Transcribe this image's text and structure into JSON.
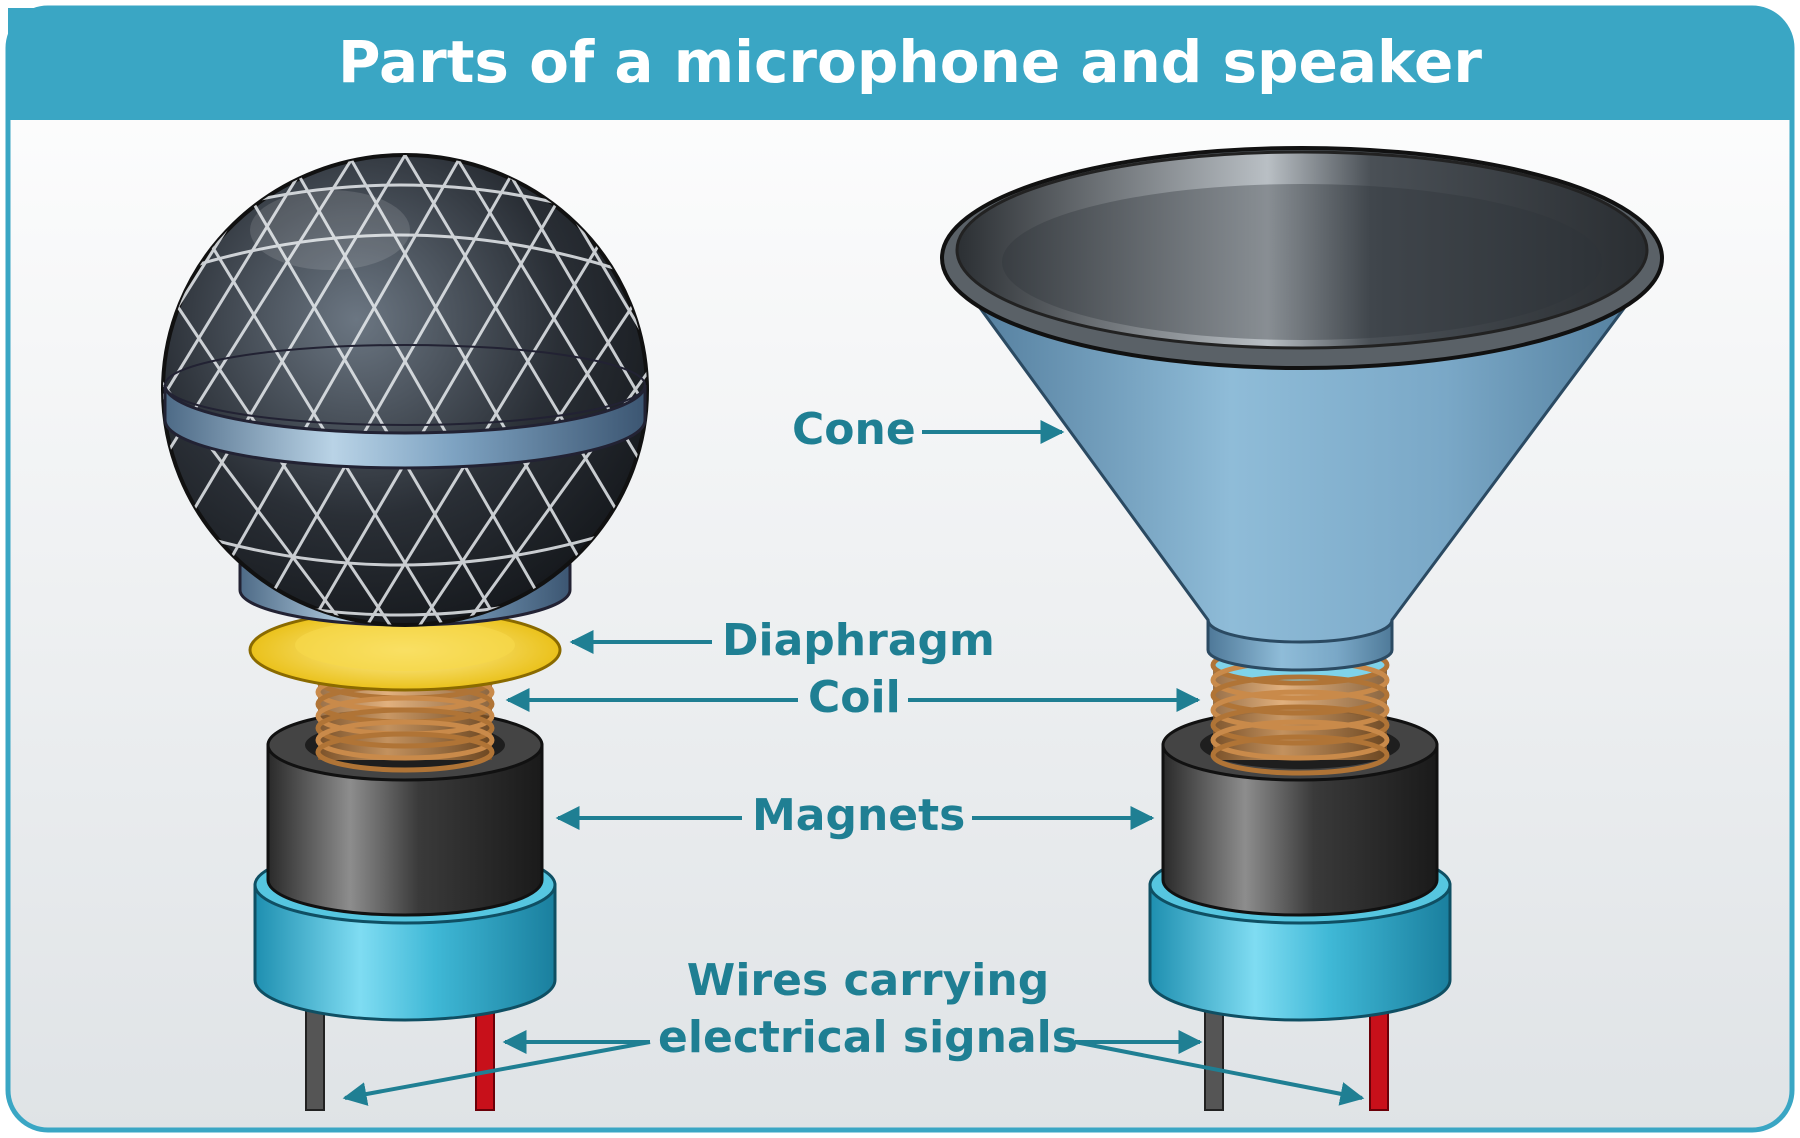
{
  "title": "Parts of a microphone and speaker",
  "labels": {
    "cone": "Cone",
    "diaphragm": "Diaphragm",
    "coil": "Coil",
    "magnets": "Magnets",
    "wires_line1": "Wires carrying",
    "wires_line2": "electrical signals"
  },
  "colors": {
    "header": "#3aa6c4",
    "border": "#3aa6c4",
    "label_text": "#1f7f93",
    "arrow": "#1f7f93",
    "cone": "#7fb0cf",
    "diaphragm": "#f2c51c",
    "coil": "#c98a4a",
    "magnet": "#3b3b3b",
    "base": "#3fb8d6",
    "wire_red": "#c8101a",
    "wire_gray": "#555555"
  },
  "icons": {
    "microphone": "microphone-illustration",
    "speaker": "speaker-illustration"
  }
}
